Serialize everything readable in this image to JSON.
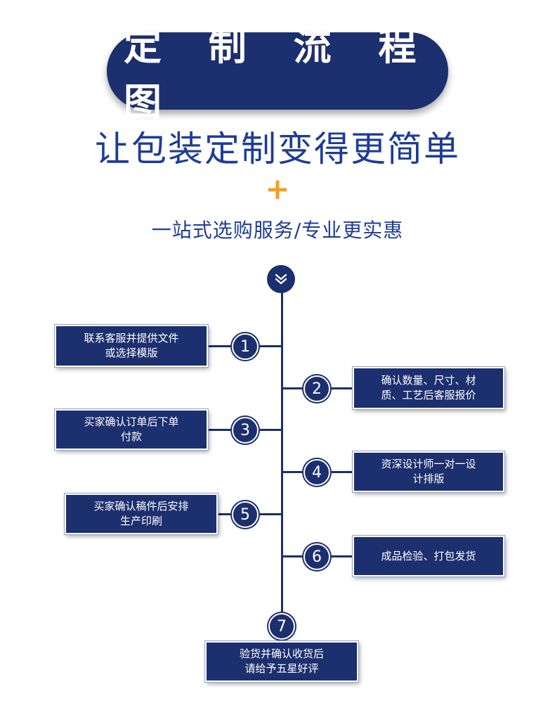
{
  "header": {
    "title": "定 制 流 程 图",
    "subtitle": "让包装定制变得更简单",
    "plus": "+",
    "tagline": "一站式选购服务/专业更实惠"
  },
  "steps": [
    {
      "number": "1",
      "side": "left",
      "line1": "联系客服并提供文件",
      "line2": "或选择模版"
    },
    {
      "number": "2",
      "side": "right",
      "line1": "确认数量、尺寸、材",
      "line2": "质、工艺后客服报价"
    },
    {
      "number": "3",
      "side": "left",
      "line1": "买家确认订单后下单",
      "line2": "付款"
    },
    {
      "number": "4",
      "side": "right",
      "line1": "资深设计师一对一设",
      "line2": "计排版"
    },
    {
      "number": "5",
      "side": "left",
      "line1": "买家确认稿件后安排",
      "line2": "生产印刷"
    },
    {
      "number": "6",
      "side": "right",
      "line1": "成品检验、打包发货",
      "line2": ""
    },
    {
      "number": "7",
      "side": "bottom",
      "line1": "验货并确认收货后",
      "line2": "请给予五星好评"
    }
  ],
  "colors": {
    "navy": "#1c2f6e",
    "title_blue": "#1e3c96",
    "accent": "#f0a020"
  },
  "icons": {
    "top_cap": "double-chevron-down-icon"
  }
}
